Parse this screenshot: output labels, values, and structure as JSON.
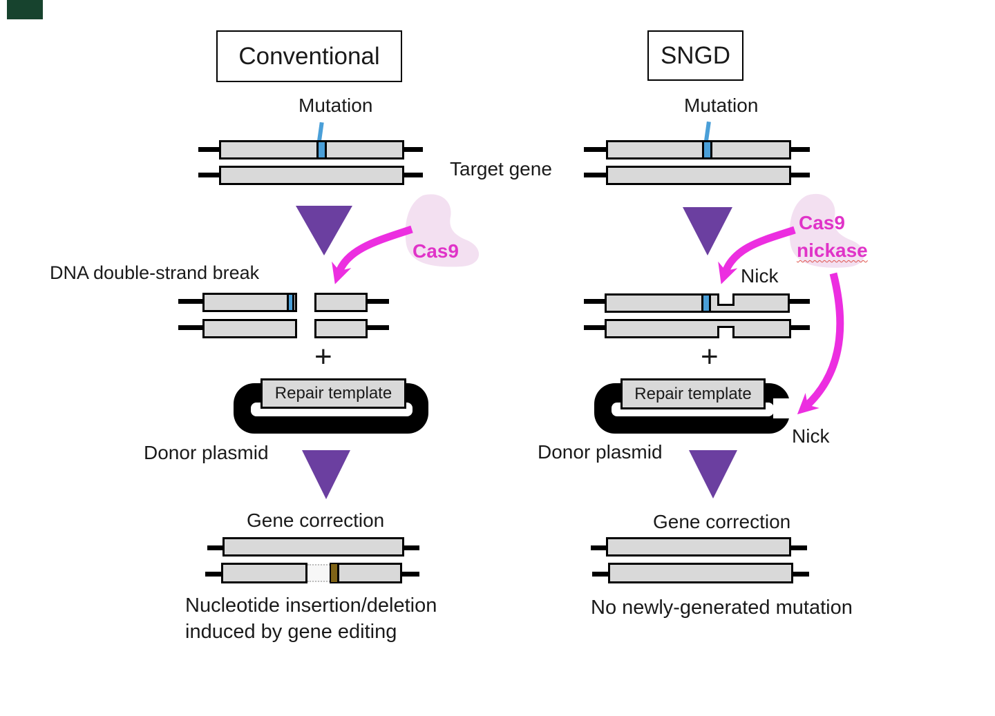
{
  "left": {
    "title": "Conventional",
    "mutation": "Mutation",
    "enzyme": "Cas9",
    "break_label": "DNA double-strand break",
    "plus": "+",
    "repair_template": "Repair template",
    "donor_plasmid": "Donor plasmid",
    "gene_correction": "Gene correction",
    "caption_line1": "Nucleotide insertion/deletion",
    "caption_line2": "induced by gene editing"
  },
  "right": {
    "title": "SNGD",
    "mutation": "Mutation",
    "enzyme_line1": "Cas9",
    "enzyme_line2": "nickase",
    "nick_top": "Nick",
    "nick_plasmid": "Nick",
    "plus": "+",
    "repair_template": "Repair template",
    "donor_plasmid": "Donor plasmid",
    "gene_correction": "Gene correction",
    "caption": "No newly-generated mutation"
  },
  "center": {
    "target_gene": "Target gene"
  },
  "colors": {
    "text": "#1a1a1a",
    "bar-fill": "#d9d9d9",
    "bar-border": "#000000",
    "mutation-blue": "#4A9FD8",
    "triangle-purple": "#6B3FA0",
    "arrow-magenta": "#EC2EE0",
    "enzyme-text": "#E033C8",
    "blob-pink": "#F3E0F1",
    "insertion-brown": "#7F6317",
    "plasmid-black": "#000000",
    "squiggle-red": "#E0524A",
    "corner-green": "#17432E"
  }
}
